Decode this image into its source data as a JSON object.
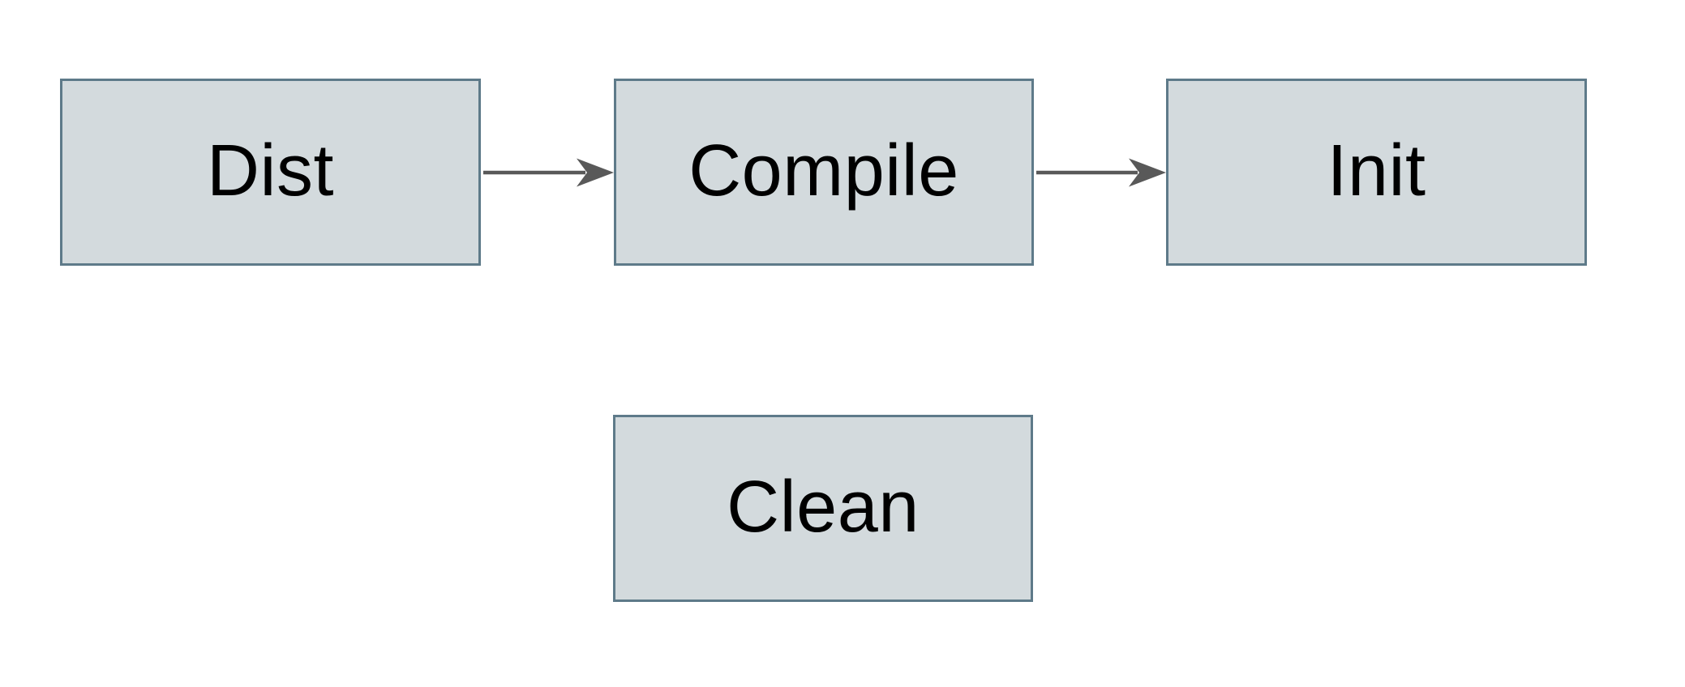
{
  "diagram": {
    "type": "flowchart",
    "background": "#ffffff",
    "nodes": [
      {
        "id": "dist",
        "label": "Dist"
      },
      {
        "id": "compile",
        "label": "Compile"
      },
      {
        "id": "init",
        "label": "Init"
      },
      {
        "id": "clean",
        "label": "Clean"
      }
    ],
    "edges": [
      {
        "from": "Dist",
        "to": "Compile",
        "style": "arrow"
      },
      {
        "from": "Compile",
        "to": "Init",
        "style": "arrow"
      }
    ],
    "colors": {
      "node_fill": "#d3dadd",
      "node_border": "#5e7a89",
      "arrow": "#595959",
      "text": "#000000",
      "background": "#ffffff"
    }
  }
}
